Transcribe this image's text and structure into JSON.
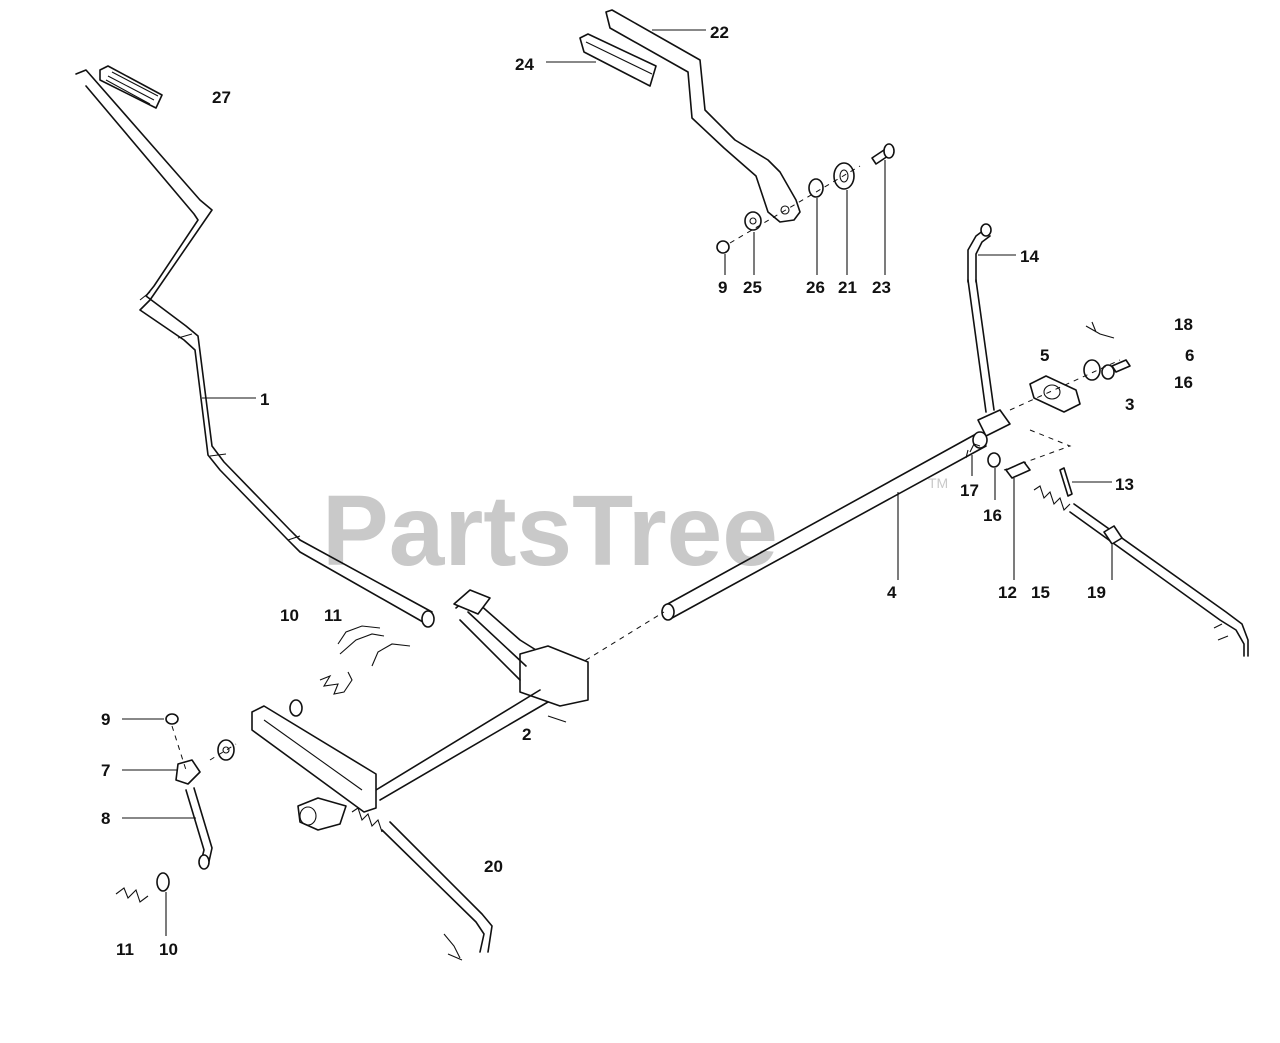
{
  "watermark": {
    "text": "PartsTree",
    "mark": "TM"
  },
  "callouts": {
    "c27": "27",
    "c22": "22",
    "c24": "24",
    "c9a": "9",
    "c25": "25",
    "c26": "26",
    "c21": "21",
    "c23": "23",
    "c14": "14",
    "c18": "18",
    "c5": "5",
    "c6": "6",
    "c16a": "16",
    "c3": "3",
    "c1": "1",
    "c13": "13",
    "c17": "17",
    "c16b": "16",
    "c4": "4",
    "c12": "12",
    "c15": "15",
    "c19": "19",
    "c10a": "10",
    "c11a": "11",
    "c2": "2",
    "c9b": "9",
    "c7": "7",
    "c8": "8",
    "c20": "20",
    "c11b": "11",
    "c10b": "10"
  }
}
